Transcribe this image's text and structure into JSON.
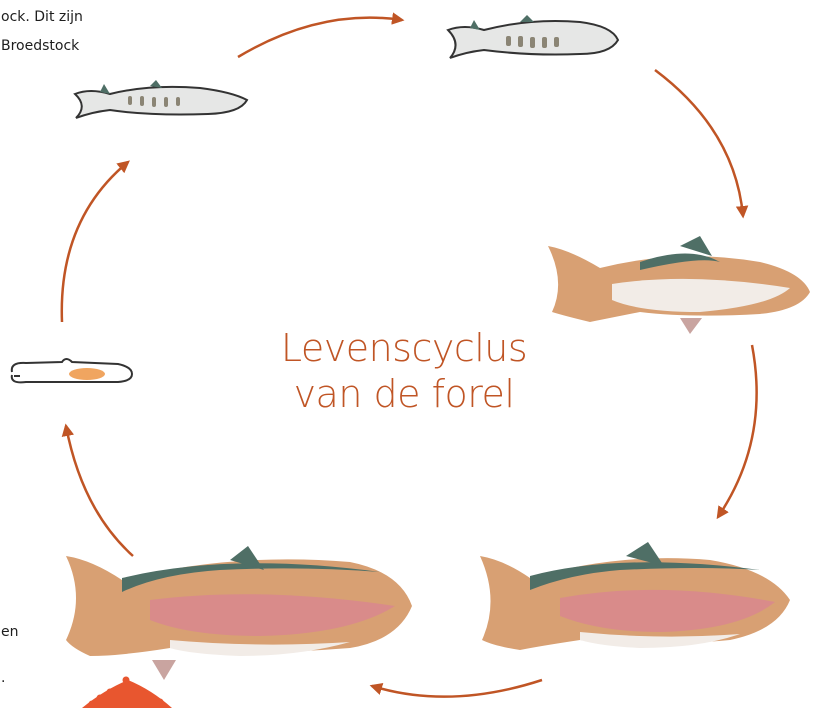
{
  "diagram": {
    "title_line1": "Levenscyclus",
    "title_line2": "van de forel",
    "text_fragments": {
      "top_line1": "ock. Dit zijn",
      "top_line2": "Broedstock",
      "bottom_line1": "en",
      "bottom_line2": "."
    },
    "stages": [
      "eggs",
      "alevin",
      "fry",
      "fingerling",
      "juvenile",
      "adult",
      "broodstock"
    ],
    "colors": {
      "accent": "#c05525",
      "fish_orange": "#d8a073",
      "fish_pink": "#d98b8a",
      "fish_green": "#4f6f66",
      "fish_cream": "#f2ece7",
      "eggs": "#e8562f"
    }
  }
}
